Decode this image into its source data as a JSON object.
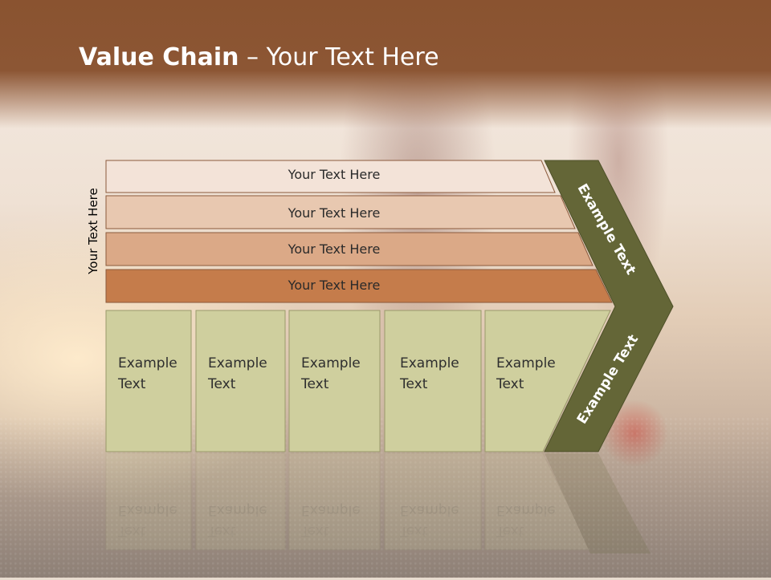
{
  "slide": {
    "title_bold": "Value Chain",
    "title_rest": " – Your Text Here",
    "vertical_label": "Your Text Here",
    "bands": [
      {
        "label": "Your Text Here",
        "color": "#f3e3d8"
      },
      {
        "label": "Your Text Here",
        "color": "#e8c8b0"
      },
      {
        "label": "Your Text Here",
        "color": "#dba987"
      },
      {
        "label": "Your Text Here",
        "color": "#c57c4b"
      }
    ],
    "columns": [
      {
        "line1": "Example",
        "line2": "Text"
      },
      {
        "line1": "Example",
        "line2": "Text"
      },
      {
        "line1": "Example",
        "line2": "Text"
      },
      {
        "line1": "Example",
        "line2": "Text"
      },
      {
        "line1": "Example",
        "line2": "Text"
      }
    ],
    "chevron_top_label": "Example Text",
    "chevron_bottom_label": "Example Text",
    "colors": {
      "header": "#8a5330",
      "column_fill": "#cfcf9e",
      "chevron_fill": "#646637"
    }
  }
}
